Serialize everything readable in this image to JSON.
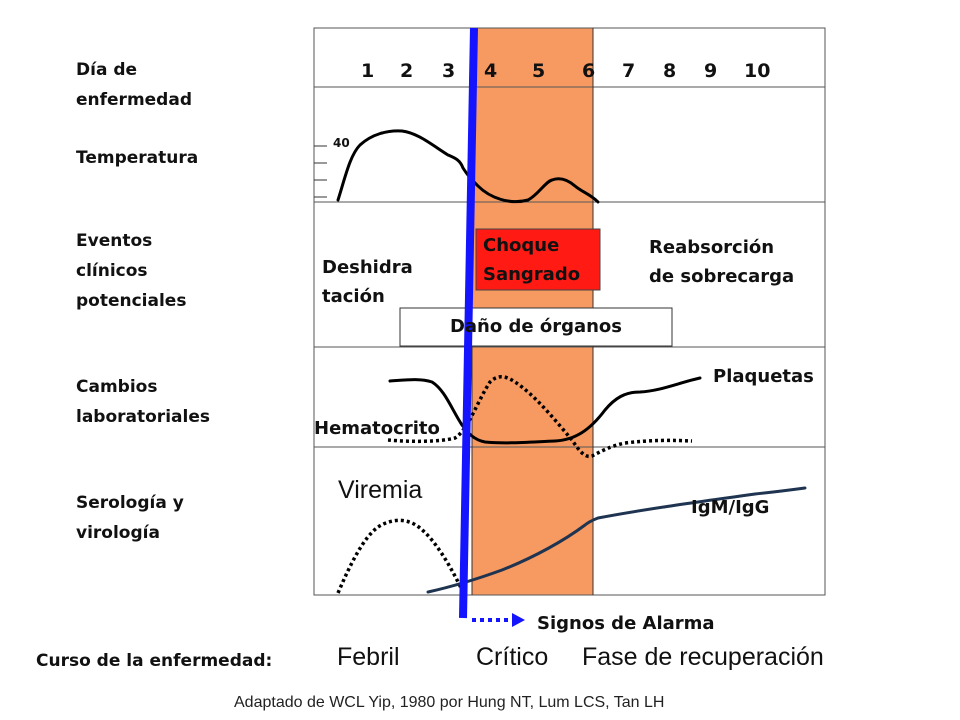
{
  "row_labels": {
    "day": [
      "Día de",
      "enfermedad"
    ],
    "temperature": "Temperatura",
    "events": [
      "Eventos",
      "clínicos",
      "potenciales"
    ],
    "lab": [
      "Cambios",
      "laboratoriales"
    ],
    "serology": [
      "Serología y",
      "virología"
    ]
  },
  "days": [
    "1",
    "2",
    "3",
    "4",
    "5",
    "6",
    "7",
    "8",
    "9",
    "10"
  ],
  "temperature_tick": "40",
  "events": {
    "dehydration": [
      "Deshidra",
      "tación"
    ],
    "shock": [
      "Choque",
      "Sangrado"
    ],
    "reabsorption": [
      "Reabsorción",
      "de sobrecarga"
    ],
    "organ_damage": "Daño de órganos"
  },
  "lab": {
    "platelets": "Plaquetas",
    "hematocrit": "Hematocrito"
  },
  "serology": {
    "viremia": "Viremia",
    "antibodies": "IgM/IgG"
  },
  "warning_signs": "Signos de Alarma",
  "course": {
    "label": "Curso de la enfermedad:",
    "phases": [
      "Febril",
      "Crítico",
      "Fase de recuperación"
    ]
  },
  "credit": "Adaptado de WCL Yip, 1980 por Hung NT, Lum LCS, Tan LH",
  "colors": {
    "critical_band": "#F79A62",
    "shock_box": "#FF1A14",
    "warning_line": "#1414FF",
    "antibody_curve": "#1F3450"
  }
}
